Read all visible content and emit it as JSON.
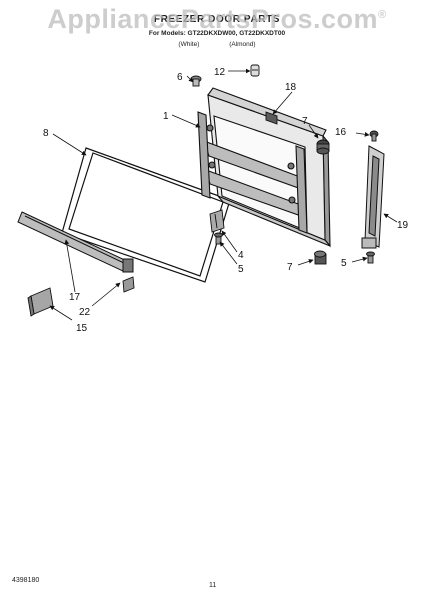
{
  "header": {
    "title": "FREEZER DOOR PARTS",
    "models": "For Models: GT22DKXDW00, GT22DKXDT00",
    "color_white": "(White)",
    "color_almond": "(Almond)"
  },
  "watermark": {
    "text": "AppliancePartsPros",
    "suffix": ".com",
    "registered": "®"
  },
  "footer": {
    "doc_number": "4398180",
    "page_number": "11"
  },
  "callouts": {
    "c1": "1",
    "c4": "4",
    "c5a": "5",
    "c5b": "5",
    "c6": "6",
    "c7a": "7",
    "c7b": "7",
    "c8": "8",
    "c12": "12",
    "c15": "15",
    "c16": "16",
    "c17": "17",
    "c18": "18",
    "c19": "19",
    "c22": "22"
  }
}
